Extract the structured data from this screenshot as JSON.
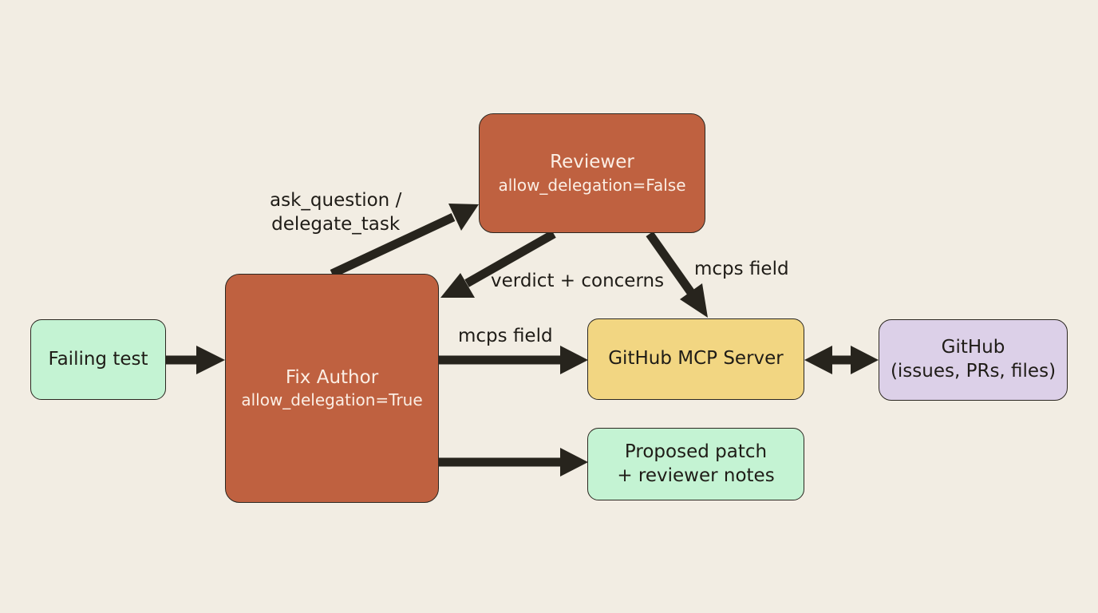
{
  "colors": {
    "background": "#f2ede3",
    "agent_box": "#bf6140",
    "io_box": "#c4f3d3",
    "mcp_box": "#f2d682",
    "external_box": "#dcd0e8",
    "arrow": "#27241d"
  },
  "nodes": {
    "failing_test": {
      "line1": "Failing test"
    },
    "fix_author": {
      "line1": "Fix Author",
      "line2": "allow_delegation=True"
    },
    "reviewer": {
      "line1": "Reviewer",
      "line2": "allow_delegation=False"
    },
    "mcp_server": {
      "line1": "GitHub MCP Server"
    },
    "github": {
      "line1": "GitHub",
      "line2": "(issues, PRs, files)"
    },
    "output": {
      "line1": "Proposed patch",
      "line2": "+ reviewer notes"
    }
  },
  "edges": {
    "delegate": {
      "line1": "ask_question /",
      "line2": "delegate_task"
    },
    "verdict": "verdict + concerns",
    "reviewer_mcps": "mcps field",
    "author_mcps": "mcps field"
  }
}
